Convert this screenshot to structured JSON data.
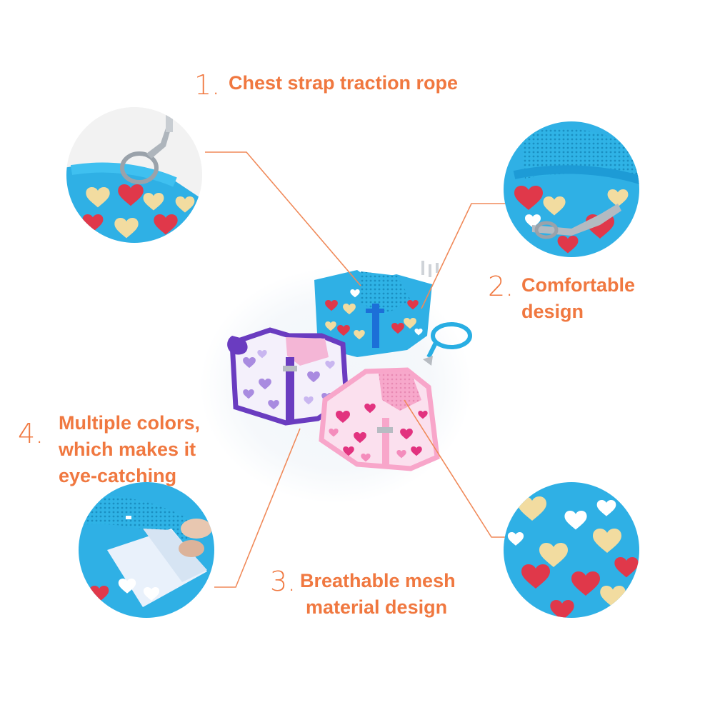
{
  "colors": {
    "accent": "#f07840",
    "harness_blue": "#29aee3",
    "harness_purple": "#6a3cc0",
    "harness_pink": "#f8a0c8",
    "heart_red": "#e0384a",
    "heart_cream": "#f2dca0"
  },
  "callouts": [
    {
      "number": "1.",
      "lines": [
        "Chest strap traction rope"
      ]
    },
    {
      "number": "2.",
      "lines": [
        "Comfortable",
        "design"
      ]
    },
    {
      "number": "3.",
      "lines": [
        "Breathable mesh",
        "material design"
      ]
    },
    {
      "number": "4.",
      "lines": [
        "Multiple colors,",
        "which makes it",
        "eye-catching"
      ]
    }
  ],
  "images": {
    "center": "product-photo-three-harness-vests",
    "top_left": "closeup-d-ring-leash-clip",
    "top_right": "closeup-mesh-collar-and-clip",
    "bottom_left": "closeup-hook-and-loop-closure",
    "bottom_right": "closeup-heart-print-fabric"
  }
}
